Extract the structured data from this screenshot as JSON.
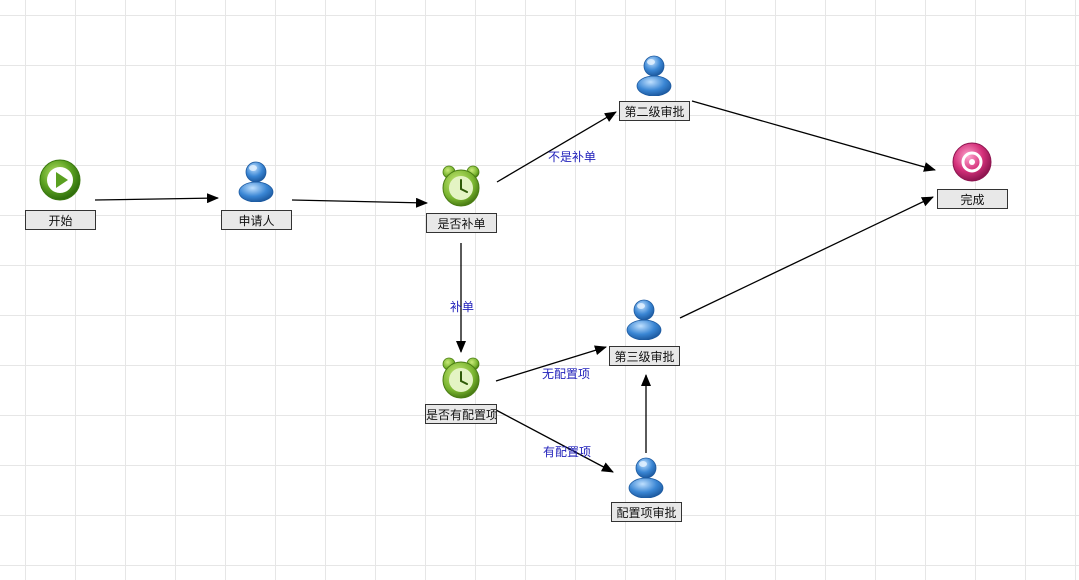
{
  "nodes": {
    "start": {
      "label": "开始",
      "icon": "start-play-icon"
    },
    "applicant": {
      "label": "申请人",
      "icon": "user-icon"
    },
    "is_supplement": {
      "label": "是否补单",
      "icon": "alarm-clock-icon"
    },
    "level2": {
      "label": "第二级审批",
      "icon": "user-icon"
    },
    "finish": {
      "label": "完成",
      "icon": "end-disc-icon"
    },
    "has_config": {
      "label": "是否有配置项",
      "icon": "alarm-clock-icon"
    },
    "level3": {
      "label": "第三级审批",
      "icon": "user-icon"
    },
    "config_approve": {
      "label": "配置项审批",
      "icon": "user-icon"
    }
  },
  "edges": {
    "not_supplement": "不是补单",
    "supplement": "补单",
    "no_config": "无配置项",
    "has_config": "有配置项"
  },
  "colors": {
    "grid": "#e6e6e6",
    "edge_label": "#2222bb",
    "start_green": "#5aa020",
    "clock_green": "#7ab530",
    "user_blue": "#3a86d4",
    "finish_pink": "#d4307a"
  }
}
